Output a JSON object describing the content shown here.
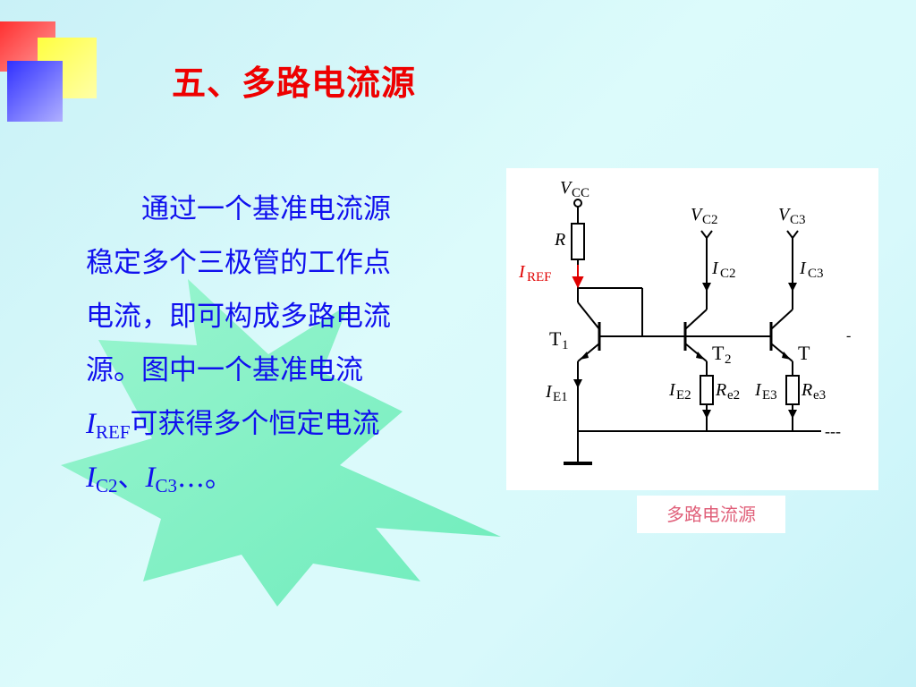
{
  "slide": {
    "title": "五、多路电流源",
    "paragraph": {
      "line1": "通过一个基准电流源",
      "line2": "稳定多个三极管的工作点",
      "line3": "电流，即可构成多路电流",
      "line4": "源。图中一个基准电流",
      "line5_var": "I",
      "line5_sub": "REF",
      "line5_text": "可获得多个恒定电流",
      "line6_var1": "I",
      "line6_sub1": "C2",
      "line6_sep": "、",
      "line6_var2": "I",
      "line6_sub2": "C3",
      "line6_end": "…。"
    },
    "figure_caption": "多路电流源"
  },
  "circuit": {
    "vcc": "V",
    "vcc_sub": "CC",
    "vc2": "V",
    "vc2_sub": "C2",
    "vc3": "V",
    "vc3_sub": "C3",
    "r": "R",
    "iref": "I",
    "iref_sub": "REF",
    "ic2": "I",
    "ic2_sub": "C2",
    "ic3": "I",
    "ic3_sub": "C3",
    "t1": "T",
    "t1_sub": "1",
    "t2": "T",
    "t2_sub": "2",
    "t3": "T",
    "ie1": "I",
    "ie1_sub": "E1",
    "ie2": "I",
    "ie2_sub": "E2",
    "re2": "R",
    "re2_sub": "e2",
    "ie3": "I",
    "ie3_sub": "E3",
    "re3": "R",
    "re3_sub": "e3",
    "dashes": "---",
    "dash_right": "-"
  },
  "colors": {
    "title": "#ee0000",
    "body_text": "#1010ee",
    "burst": "#7ff0c0",
    "caption": "#e0607a",
    "iref_label": "#e00000"
  }
}
